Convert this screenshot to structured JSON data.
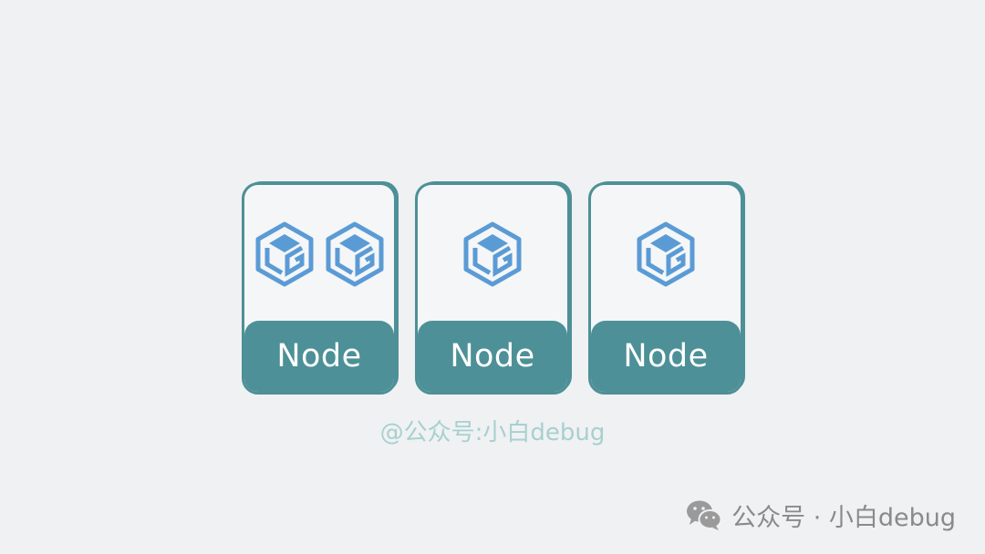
{
  "theme": {
    "background": "#eff1f3",
    "card": "#4d9097",
    "icon": "#5b9bd5",
    "watermark": "#a8d0cf",
    "credit": "#8a8a8a"
  },
  "nodes": [
    {
      "label": "Node",
      "icons": [
        "hexagon-g-icon",
        "hexagon-g-icon"
      ]
    },
    {
      "label": "Node",
      "icons": [
        "hexagon-g-icon"
      ]
    },
    {
      "label": "Node",
      "icons": [
        "hexagon-g-icon"
      ]
    }
  ],
  "watermark": "@公众号:小白debug",
  "credit": {
    "icon": "wechat-icon",
    "text": "公众号 · 小白debug"
  }
}
